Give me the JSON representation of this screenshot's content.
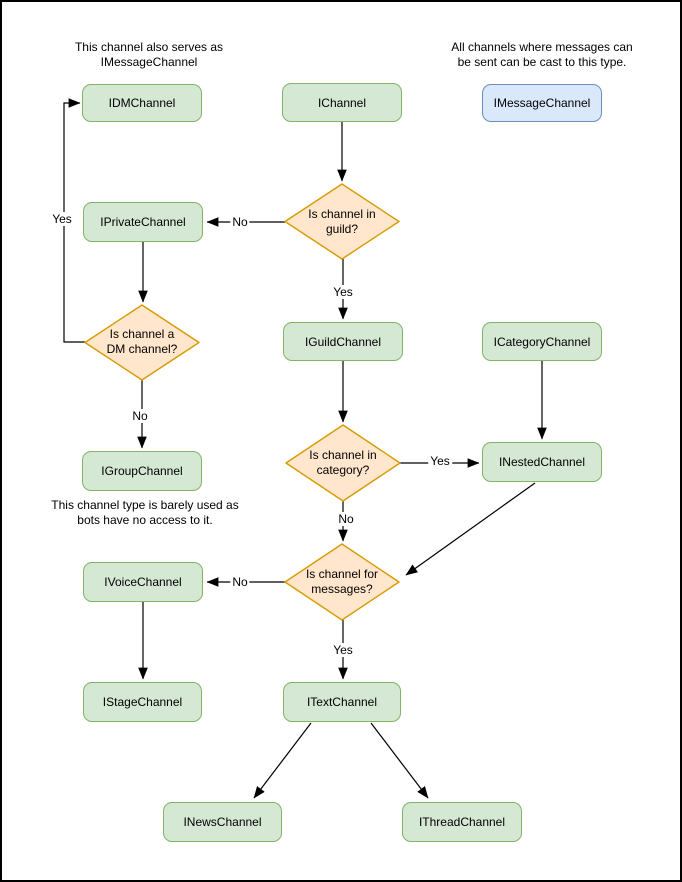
{
  "annotations": [
    {
      "line1": "This channel also serves as",
      "line2": "IMessageChannel"
    },
    {
      "line1": "All channels where messages can",
      "line2": "be sent can be cast to this type."
    },
    {
      "line1": "This channel type is barely used as",
      "line2": "bots have no access to it."
    }
  ],
  "nodes": [
    {
      "id": "IDMChannel",
      "label": "IDMChannel",
      "type": "interface-green"
    },
    {
      "id": "IChannel",
      "label": "IChannel",
      "type": "interface-green"
    },
    {
      "id": "IMessageChannel",
      "label": "IMessageChannel",
      "type": "interface-blue"
    },
    {
      "id": "IPrivateChannel",
      "label": "IPrivateChannel",
      "type": "interface-green"
    },
    {
      "id": "IGuildChannel",
      "label": "IGuildChannel",
      "type": "interface-green"
    },
    {
      "id": "ICategoryChannel",
      "label": "ICategoryChannel",
      "type": "interface-green"
    },
    {
      "id": "IGroupChannel",
      "label": "IGroupChannel",
      "type": "interface-green"
    },
    {
      "id": "INestedChannel",
      "label": "INestedChannel",
      "type": "interface-green"
    },
    {
      "id": "IVoiceChannel",
      "label": "IVoiceChannel",
      "type": "interface-green"
    },
    {
      "id": "IStageChannel",
      "label": "IStageChannel",
      "type": "interface-green"
    },
    {
      "id": "ITextChannel",
      "label": "ITextChannel",
      "type": "interface-green"
    },
    {
      "id": "INewsChannel",
      "label": "INewsChannel",
      "type": "interface-green"
    },
    {
      "id": "IThreadChannel",
      "label": "IThreadChannel",
      "type": "interface-green"
    }
  ],
  "decisions": [
    {
      "id": "guild",
      "line1": "Is channel in",
      "line2": "guild?"
    },
    {
      "id": "dm",
      "line1": "Is channel a",
      "line2": "DM channel?"
    },
    {
      "id": "category",
      "line1": "Is channel in",
      "line2": "category?"
    },
    {
      "id": "messages",
      "line1": "Is channel for",
      "line2": "messages?"
    }
  ],
  "edges": [
    {
      "from": "IChannel",
      "to": "Is channel in guild?",
      "label": ""
    },
    {
      "from": "Is channel in guild?",
      "to": "IPrivateChannel",
      "label": "No"
    },
    {
      "from": "Is channel in guild?",
      "to": "IGuildChannel",
      "label": "Yes"
    },
    {
      "from": "IPrivateChannel",
      "to": "Is channel a DM channel?",
      "label": ""
    },
    {
      "from": "Is channel a DM channel?",
      "to": "IDMChannel",
      "label": "Yes"
    },
    {
      "from": "Is channel a DM channel?",
      "to": "IGroupChannel",
      "label": "No"
    },
    {
      "from": "IGuildChannel",
      "to": "Is channel in category?",
      "label": ""
    },
    {
      "from": "Is channel in category?",
      "to": "INestedChannel",
      "label": "Yes"
    },
    {
      "from": "ICategoryChannel",
      "to": "INestedChannel",
      "label": ""
    },
    {
      "from": "INestedChannel",
      "to": "Is channel for messages?",
      "label": ""
    },
    {
      "from": "Is channel in category?",
      "to": "Is channel for messages?",
      "label": "No"
    },
    {
      "from": "Is channel for messages?",
      "to": "IVoiceChannel",
      "label": "No"
    },
    {
      "from": "Is channel for messages?",
      "to": "ITextChannel",
      "label": "Yes"
    },
    {
      "from": "IVoiceChannel",
      "to": "IStageChannel",
      "label": ""
    },
    {
      "from": "ITextChannel",
      "to": "INewsChannel",
      "label": ""
    },
    {
      "from": "ITextChannel",
      "to": "IThreadChannel",
      "label": ""
    }
  ],
  "colors": {
    "node_fill": "#d5e8d4",
    "node_stroke": "#82b366",
    "highlight_fill": "#dae8fc",
    "highlight_stroke": "#6c8ebf",
    "decision_fill": "#ffe6cc",
    "decision_stroke": "#d79b00",
    "edge": "#000000",
    "text": "#000000",
    "background": "#ffffff",
    "frame": "#000000"
  }
}
